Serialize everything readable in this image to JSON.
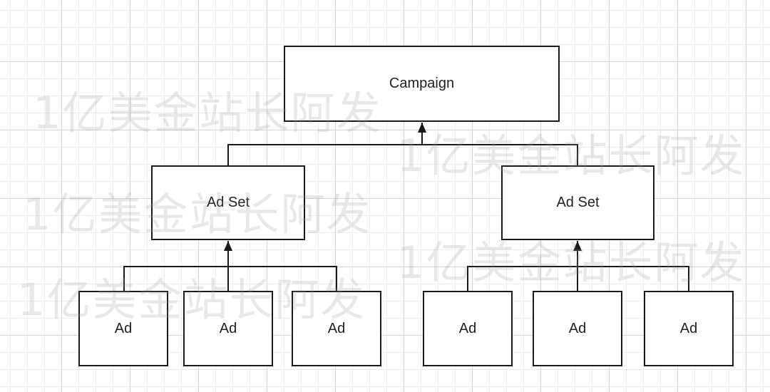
{
  "diagram": {
    "nodes": {
      "campaign": {
        "label": "Campaign"
      },
      "adset_left": {
        "label": "Ad Set"
      },
      "adset_right": {
        "label": "Ad Set"
      },
      "ad_1": {
        "label": "Ad"
      },
      "ad_2": {
        "label": "Ad"
      },
      "ad_3": {
        "label": "Ad"
      },
      "ad_4": {
        "label": "Ad"
      },
      "ad_5": {
        "label": "Ad"
      },
      "ad_6": {
        "label": "Ad"
      }
    },
    "edges": [
      {
        "from": "adset_left",
        "to": "campaign"
      },
      {
        "from": "adset_right",
        "to": "campaign"
      },
      {
        "from": "ad_1",
        "to": "adset_left"
      },
      {
        "from": "ad_2",
        "to": "adset_left"
      },
      {
        "from": "ad_3",
        "to": "adset_left"
      },
      {
        "from": "ad_4",
        "to": "adset_right"
      },
      {
        "from": "ad_5",
        "to": "adset_right"
      },
      {
        "from": "ad_6",
        "to": "adset_right"
      }
    ],
    "line_color": "#1a1a1a"
  },
  "watermark": {
    "text": "1亿美金站长阿发"
  }
}
